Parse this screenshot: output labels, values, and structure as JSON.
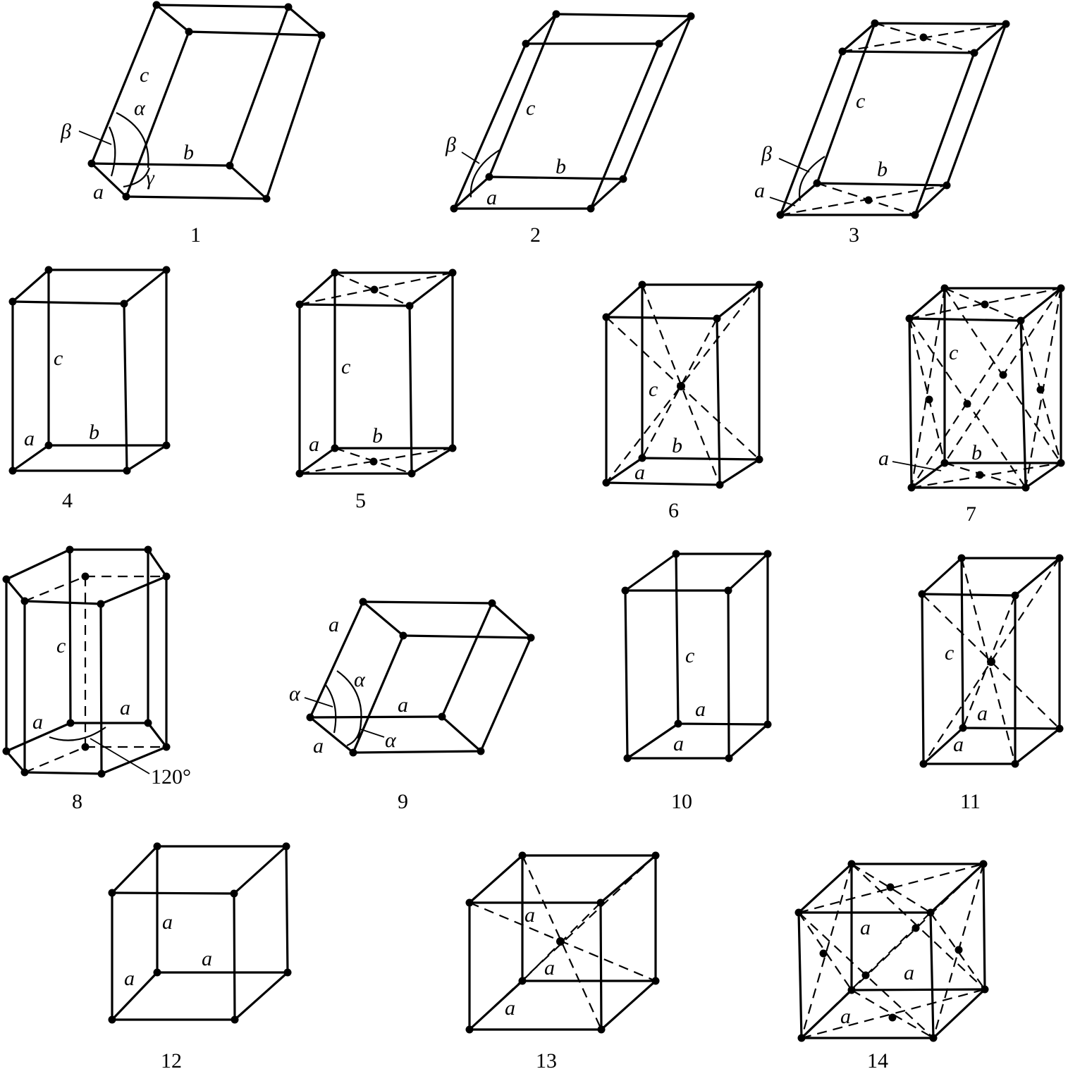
{
  "lattices": [
    {
      "number": "1",
      "labels": [
        "c",
        "β",
        "α",
        "b",
        "a",
        "γ"
      ]
    },
    {
      "number": "2",
      "labels": [
        "c",
        "β",
        "b",
        "a"
      ]
    },
    {
      "number": "3",
      "labels": [
        "c",
        "β",
        "b",
        "a"
      ]
    },
    {
      "number": "4",
      "labels": [
        "c",
        "a",
        "b"
      ]
    },
    {
      "number": "5",
      "labels": [
        "c",
        "a",
        "b"
      ]
    },
    {
      "number": "6",
      "labels": [
        "c",
        "b",
        "a"
      ]
    },
    {
      "number": "7",
      "labels": [
        "c",
        "b",
        "a"
      ]
    },
    {
      "number": "8",
      "labels": [
        "c",
        "a",
        "a",
        "120°"
      ]
    },
    {
      "number": "9",
      "labels": [
        "a",
        "α",
        "α",
        "a",
        "α",
        "a"
      ]
    },
    {
      "number": "10",
      "labels": [
        "c",
        "a",
        "a"
      ]
    },
    {
      "number": "11",
      "labels": [
        "c",
        "a",
        "a"
      ]
    },
    {
      "number": "12",
      "labels": [
        "a",
        "a",
        "a"
      ]
    },
    {
      "number": "13",
      "labels": [
        "a",
        "a",
        "a"
      ]
    },
    {
      "number": "14",
      "labels": [
        "a",
        "a",
        "a"
      ]
    }
  ]
}
